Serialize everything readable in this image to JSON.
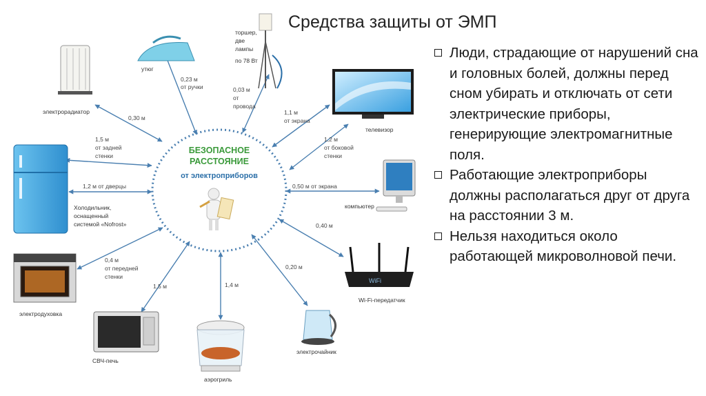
{
  "title": "Средства защиты от ЭМП",
  "bullets": [
    "Люди, страдающие от нарушений сна и головных болей, должны перед сном убирать и отключать от сети электрические приборы, генерирующие электромагнитные поля.",
    "Работающие электроприборы должны располагаться друг от друга на расстоянии 3 м.",
    "Нельзя находиться около работающей микроволновой печи."
  ],
  "center": {
    "line1": "БЕЗОПАСНОЕ",
    "line2": "РАССТОЯНИЕ",
    "line3": "от электроприборов"
  },
  "appliances": {
    "radiator": "электрорадиатор",
    "iron": "утюг",
    "lamp": [
      "торшер,",
      "две",
      "лампы",
      "по 78 Вт"
    ],
    "tv": "телевизор",
    "fridge": [
      "Холодильник,",
      "оснащенный",
      "системой «Nofrost»"
    ],
    "computer": "компьютер",
    "oven": "электродуховка",
    "router": "Wi-Fi-передатчик",
    "microwave": "СВЧ-печь",
    "airgrill": "аэрогриль",
    "kettle": "электрочайник"
  },
  "distances": {
    "radiator": "0,30 м",
    "iron": [
      "0,23 м",
      "от ручки"
    ],
    "lamp": [
      "0,03 м",
      "от",
      "провода"
    ],
    "tv_screen": [
      "1,1 м",
      "от экрана"
    ],
    "tv_side": [
      "1,2 м",
      "от боковой",
      "стенки"
    ],
    "fridge_back": [
      "1,5 м",
      "от задней",
      "стенки"
    ],
    "fridge_door": "1,2 м от дверцы",
    "computer": "0,50 м от экрана",
    "router": "0,40 м",
    "oven": [
      "0,4 м",
      "от передней",
      "стенки"
    ],
    "microwave": "1,5 м",
    "airgrill": "1,4 м",
    "kettle": "0,20 м"
  },
  "colors": {
    "arrow": "#4a7fb0",
    "center_title": "#3a9a3a",
    "center_sub": "#2b6fa8",
    "fridge": "#3fa2dc"
  }
}
